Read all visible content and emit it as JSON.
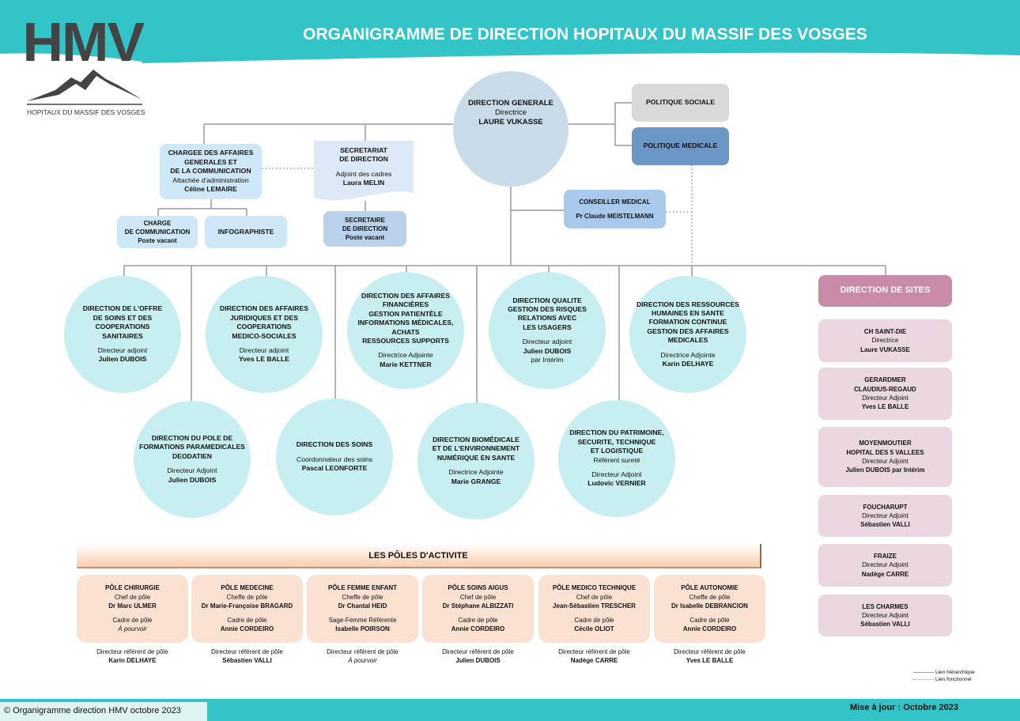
{
  "title": "ORGANIGRAMME DE DIRECTION HOPITAUX DU MASSIF DES VOSGES",
  "logo": {
    "text": "HMV",
    "subtitle": "HOPITAUX DU MASSIF DES VOSGES"
  },
  "colors": {
    "teal": "#33c4c8",
    "circle": "#c7eef0",
    "dg": "#c9dbe9",
    "sites_header": "#c98aa8",
    "site": "#ebd7e1",
    "pole": "#fbe1d2"
  },
  "top_nodes": [
    {
      "id": "direction-generale",
      "lines": [
        [
          "b",
          "DIRECTION GENERALE"
        ],
        [
          "n",
          "Directrice"
        ],
        [
          "b",
          "LAURE VUKASSE"
        ]
      ]
    },
    {
      "id": "politique-sociale",
      "lines": [
        [
          "b",
          "POLITIQUE SOCIALE"
        ]
      ]
    },
    {
      "id": "politique-medicale",
      "lines": [
        [
          "b",
          "POLITIQUE MEDICALE"
        ]
      ]
    },
    {
      "id": "chargee-affaires-generales",
      "lines": [
        [
          "b",
          "CHARGEE DES AFFAIRES"
        ],
        [
          "b",
          "GENERALES ET"
        ],
        [
          "b",
          "DE LA COMMUNICATION"
        ],
        [
          "n",
          "Attachée d'administration"
        ],
        [
          "b",
          "Céline LEMAIRE"
        ]
      ]
    },
    {
      "id": "secretariat-direction",
      "lines": [
        [
          "b",
          "SECRETARIAT"
        ],
        [
          "b",
          "DE DIRECTION"
        ],
        [
          "gap",
          ""
        ],
        [
          "n",
          "Adjoint des cadres"
        ],
        [
          "b",
          "Laura MELIN"
        ]
      ]
    },
    {
      "id": "charge-communication",
      "lines": [
        [
          "b",
          "CHARGE"
        ],
        [
          "b",
          "DE COMMUNICATION"
        ],
        [
          "b",
          "Poste vacant"
        ]
      ]
    },
    {
      "id": "infographiste",
      "lines": [
        [
          "b",
          "INFOGRAPHISTE"
        ]
      ]
    },
    {
      "id": "secretaire-direction",
      "lines": [
        [
          "b",
          "SECRETAIRE"
        ],
        [
          "b",
          "DE DIRECTION"
        ],
        [
          "b",
          "Poste vacant"
        ]
      ]
    },
    {
      "id": "conseiller-medical",
      "lines": [
        [
          "b",
          "CONSEILLER MEDICAL"
        ],
        [
          "gap",
          ""
        ],
        [
          "b",
          "Pr Claude MEISTELMANN"
        ]
      ]
    }
  ],
  "directions": [
    {
      "lines": [
        [
          "b",
          "DIRECTION DE L'OFFRE"
        ],
        [
          "b",
          "DE SOINS ET DES"
        ],
        [
          "b",
          "COOPERATIONS"
        ],
        [
          "b",
          "SANITAIRES"
        ],
        [
          "gap",
          ""
        ],
        [
          "n",
          "Directeur adjoint"
        ],
        [
          "b",
          "Julien DUBOIS"
        ]
      ]
    },
    {
      "lines": [
        [
          "b",
          "DIRECTION DES AFFAIRES"
        ],
        [
          "b",
          "JURIDIQUES ET DES"
        ],
        [
          "b",
          "COOPERATIONS"
        ],
        [
          "b",
          "MEDICO-SOCIALES"
        ],
        [
          "gap",
          ""
        ],
        [
          "n",
          "Directeur adjoint"
        ],
        [
          "b",
          "Yves LE BALLE"
        ]
      ]
    },
    {
      "lines": [
        [
          "b",
          "DIRECTION DES AFFAIRES"
        ],
        [
          "b",
          "FINANCIÈRES"
        ],
        [
          "b",
          "GESTION PATIENTÈLE"
        ],
        [
          "b",
          "INFORMATIONS MÉDICALES,"
        ],
        [
          "b",
          "ACHATS"
        ],
        [
          "b",
          "RESSOURCES SUPPORTS"
        ],
        [
          "gap",
          ""
        ],
        [
          "n",
          "Directrice Adjointe"
        ],
        [
          "b",
          "Marie KETTNER"
        ]
      ]
    },
    {
      "lines": [
        [
          "b",
          "DIRECTION QUALITE"
        ],
        [
          "b",
          "GESTION DES RISQUES"
        ],
        [
          "b",
          "RELATIONS AVEC"
        ],
        [
          "b",
          "LES USAGERS"
        ],
        [
          "gap",
          ""
        ],
        [
          "n",
          "Directeur adjoint"
        ],
        [
          "b",
          "Julien DUBOIS"
        ],
        [
          "n",
          "par Intérim"
        ]
      ]
    },
    {
      "lines": [
        [
          "b",
          "DIRECTION DES RESSOURCES"
        ],
        [
          "b",
          "HUMAINES  EN SANTE"
        ],
        [
          "b",
          "FORMATION CONTINUE"
        ],
        [
          "b",
          "GESTION DES AFFAIRES"
        ],
        [
          "b",
          "MEDICALES"
        ],
        [
          "gap",
          ""
        ],
        [
          "n",
          "Directrice Adjointe"
        ],
        [
          "b",
          "Karin DELHAYE"
        ]
      ]
    },
    {
      "lines": [
        [
          "b",
          "DIRECTION DU POLE DE"
        ],
        [
          "b",
          "FORMATIONS PARAMEDICALES"
        ],
        [
          "b",
          "DEODATIEN"
        ],
        [
          "gap",
          ""
        ],
        [
          "n",
          "Directeur Adjoint"
        ],
        [
          "b",
          "Julien DUBOIS"
        ]
      ]
    },
    {
      "lines": [
        [
          "b",
          "DIRECTION  DES SOINS"
        ],
        [
          "gap",
          ""
        ],
        [
          "n",
          "Coordonnateur des soins"
        ],
        [
          "b",
          "Pascal LEONFORTE"
        ]
      ]
    },
    {
      "lines": [
        [
          "b",
          "DIRECTION BIOMÉDICALE"
        ],
        [
          "b",
          "ET DE L'ENVIRONNEMENT"
        ],
        [
          "b",
          "NUMÉRIQUE EN SANTE"
        ],
        [
          "gap",
          ""
        ],
        [
          "n",
          "Directrice Adjointe"
        ],
        [
          "b",
          "Marie GRANGE"
        ]
      ]
    },
    {
      "lines": [
        [
          "b",
          "DIRECTION  DU PATRIMOINE,"
        ],
        [
          "b",
          "SECURITE, TECHNIQUE"
        ],
        [
          "b",
          "ET LOGISTIQUE"
        ],
        [
          "n",
          "Référent sureté"
        ],
        [
          "gap",
          ""
        ],
        [
          "n",
          "Directeur Adjoint"
        ],
        [
          "b",
          "Ludovic VERNIER"
        ]
      ]
    }
  ],
  "sites": {
    "header": "DIRECTION DE SITES",
    "items": [
      {
        "lines": [
          [
            "b",
            "CH SAINT-DIE"
          ],
          [
            "n",
            "Directrice"
          ],
          [
            "b",
            "Laure VUKASSE"
          ]
        ]
      },
      {
        "lines": [
          [
            "b",
            "GERARDMER"
          ],
          [
            "b",
            "CLAUDIUS-REGAUD"
          ],
          [
            "n",
            "Directeur Adjoint"
          ],
          [
            "b",
            "Yves LE BALLE"
          ]
        ]
      },
      {
        "lines": [
          [
            "b",
            "MOYENMOUTIER"
          ],
          [
            "b",
            "HOPITAL DES 5 VALLEES"
          ],
          [
            "n",
            "Directeur Adjoint"
          ],
          [
            "b",
            "Julien DUBOIS par Intérim"
          ]
        ]
      },
      {
        "lines": [
          [
            "b",
            "FOUCHARUPT"
          ],
          [
            "n",
            "Directeur Adjoint"
          ],
          [
            "b",
            "Sébastien VALLI"
          ]
        ]
      },
      {
        "lines": [
          [
            "b",
            "FRAIZE"
          ],
          [
            "n",
            "Directeur Adjoint"
          ],
          [
            "b",
            "Nadège CARRE"
          ]
        ]
      },
      {
        "lines": [
          [
            "b",
            "LES CHARMES"
          ],
          [
            "n",
            "Directeur Adjoint"
          ],
          [
            "b",
            "Sébastien VALLI"
          ]
        ]
      }
    ]
  },
  "poles": {
    "header": "LES PÔLES D'ACTIVITE",
    "items": [
      {
        "lines": [
          [
            "b",
            "PÔLE CHIRURGIE"
          ],
          [
            "n",
            "Chef de pôle"
          ],
          [
            "b",
            "Dr Marc ULMER"
          ],
          [
            "gap",
            ""
          ],
          [
            "n",
            "Cadre de pôle"
          ],
          [
            "i",
            "À pourvoir"
          ]
        ],
        "referent": [
          [
            "n",
            "Directeur référent de pôle"
          ],
          [
            "b",
            "Karin DELHAYE"
          ]
        ]
      },
      {
        "lines": [
          [
            "b",
            "PÔLE MEDECINE"
          ],
          [
            "n",
            "Cheffe de pôle"
          ],
          [
            "b",
            "Dr Marie-Françoise BRAGARD"
          ],
          [
            "gap",
            ""
          ],
          [
            "n",
            "Cadre de pôle"
          ],
          [
            "b",
            "Annie CORDEIRO"
          ]
        ],
        "referent": [
          [
            "n",
            "Directeur référent de pôle"
          ],
          [
            "b",
            "Sébastien VALLI"
          ]
        ]
      },
      {
        "lines": [
          [
            "b",
            "PÔLE FEMME ENFANT"
          ],
          [
            "n",
            "Cheffe de pôle"
          ],
          [
            "b",
            "Dr Chantal HEID"
          ],
          [
            "gap",
            ""
          ],
          [
            "n",
            "Sage-Femme Référente"
          ],
          [
            "b",
            "Isabelle POIRSON"
          ]
        ],
        "referent": [
          [
            "n",
            "Directeur référent de pôle"
          ],
          [
            "i",
            "À pourvoir"
          ]
        ]
      },
      {
        "lines": [
          [
            "b",
            "PÔLE SOINS AIGUS"
          ],
          [
            "n",
            "Chef de pôle"
          ],
          [
            "b",
            "Dr Stéphane ALBIZZATI"
          ],
          [
            "gap",
            ""
          ],
          [
            "n",
            "Cadre de pôle"
          ],
          [
            "b",
            "Annie CORDEIRO"
          ]
        ],
        "referent": [
          [
            "n",
            "Directeur référent de pôle"
          ],
          [
            "b",
            "Julien DUBOIS"
          ]
        ]
      },
      {
        "lines": [
          [
            "b",
            "PÔLE  MEDICO TECHNIQUE"
          ],
          [
            "n",
            "Chef de pôle"
          ],
          [
            "b",
            "Jean-Sébastien TRESCHER"
          ],
          [
            "gap",
            ""
          ],
          [
            "n",
            "Cadre de pôle"
          ],
          [
            "b",
            "Cécile OLIOT"
          ]
        ],
        "referent": [
          [
            "n",
            "Directeur référent de pôle"
          ],
          [
            "b",
            "Nadège CARRE"
          ]
        ]
      },
      {
        "lines": [
          [
            "b",
            "PÔLE AUTONOMIE"
          ],
          [
            "n",
            "Cheffe de pôle"
          ],
          [
            "b",
            "Dr Isabelle DEBRANCION"
          ],
          [
            "gap",
            ""
          ],
          [
            "n",
            "Cadre de pôle"
          ],
          [
            "b",
            "Annie CORDEIRO"
          ]
        ],
        "referent": [
          [
            "n",
            "Directeur référent de pôle"
          ],
          [
            "b",
            "Yves LE BALLE"
          ]
        ]
      }
    ]
  },
  "legend": {
    "hierarchical": "Lien hiérarchique",
    "functional": "Lien fonctionnel"
  },
  "footer": {
    "copyright": "© Organigramme direction HMV octobre 2023",
    "update": "Mise à jour : Octobre 2023"
  }
}
